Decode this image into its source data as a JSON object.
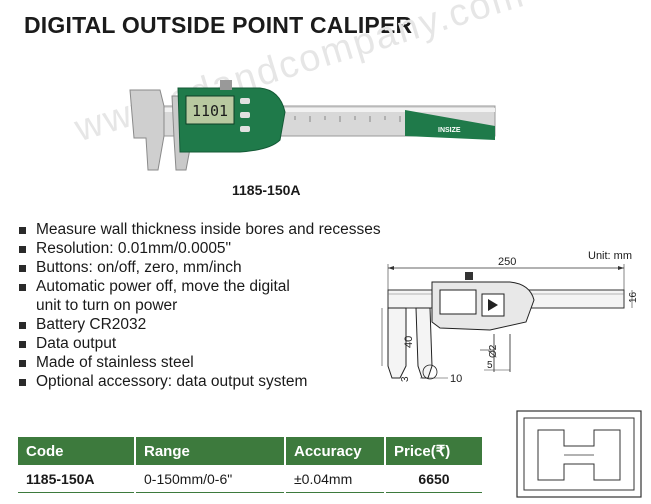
{
  "title": "DIGITAL OUTSIDE POINT CALIPER",
  "watermark": "www.cdandcompany.com",
  "photo": {
    "display_reading": "1101",
    "brand": "INSIZE"
  },
  "model_label": "1185-150A",
  "features": [
    "Measure wall thickness inside bores and recesses",
    "Resolution: 0.01mm/0.0005\"",
    "Buttons: on/off, zero, mm/inch",
    "Automatic power off, move the digital",
    "unit to turn on power",
    "Battery CR2032",
    "Data output",
    "Made of stainless steel",
    "Optional accessory: data output system"
  ],
  "diagram": {
    "unit": "Unit: mm",
    "dim_length": "250",
    "dim_height": "16",
    "dim_jaw": "40",
    "dim_tip": "3",
    "dim_width": "10",
    "dim_ball": "Ø2",
    "dim_offset": "5"
  },
  "table": {
    "headers": [
      "Code",
      "Range",
      "Accuracy",
      "Price(₹)"
    ],
    "rows": [
      [
        "1185-150A",
        "0-150mm/0-6\"",
        "±0.04mm",
        "6650"
      ]
    ]
  },
  "colors": {
    "table_header_bg": "#3d7a3d",
    "caliper_green": "#1f7a4a"
  }
}
